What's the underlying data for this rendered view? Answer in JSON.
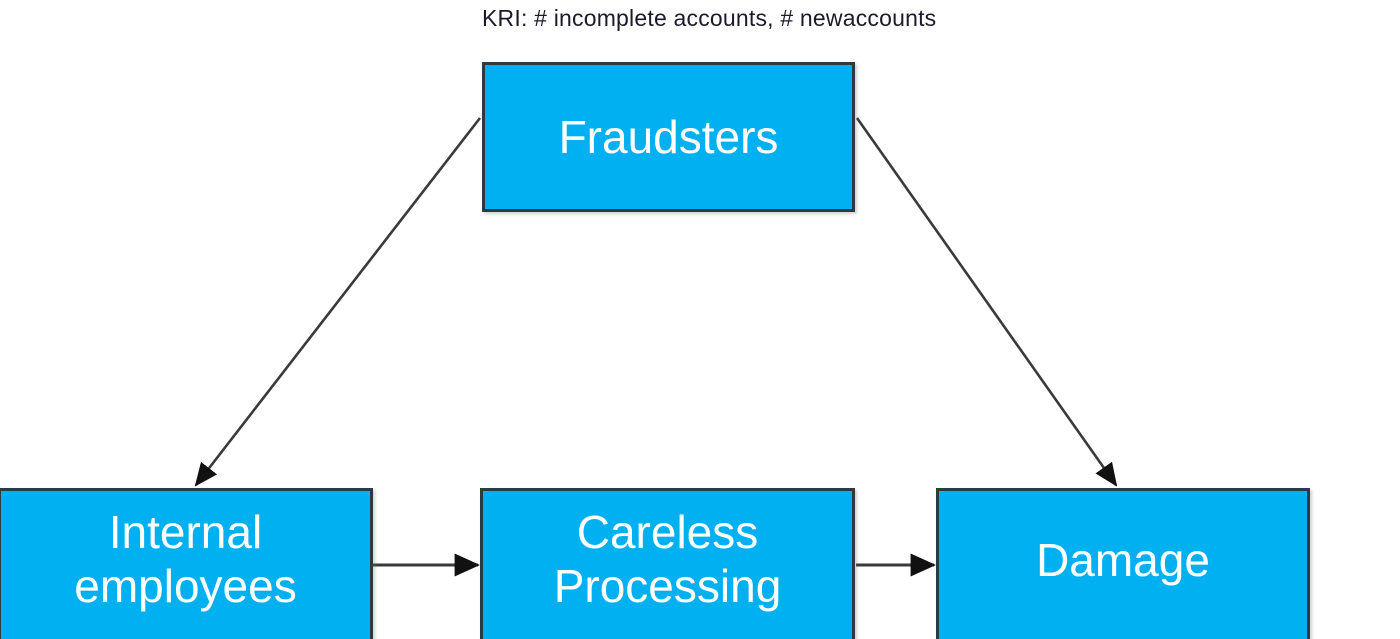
{
  "diagram": {
    "title_annotation": "KRI: # incomplete accounts, # newaccounts",
    "colors": {
      "node_fill": "#00b0f0",
      "node_border": "#2b3a45",
      "node_text": "#ffffff",
      "edge": "#3a3a3a",
      "annotation_text": "#1b1b2b",
      "background": "#ffffff"
    },
    "nodes": [
      {
        "id": "fraudsters",
        "label": "Fraudsters"
      },
      {
        "id": "internal_employees",
        "label": "Internal\nemployees"
      },
      {
        "id": "careless_processing",
        "label": "Careless\nProcessing"
      },
      {
        "id": "damage",
        "label": "Damage"
      }
    ],
    "edges": [
      {
        "id": "e1",
        "from": "fraudsters",
        "to": "internal_employees",
        "style": "solid-arrow"
      },
      {
        "id": "e2",
        "from": "fraudsters",
        "to": "damage",
        "style": "solid-arrow"
      },
      {
        "id": "e3",
        "from": "internal_employees",
        "to": "careless_processing",
        "style": "solid-arrow"
      },
      {
        "id": "e4",
        "from": "careless_processing",
        "to": "damage",
        "style": "solid-arrow"
      }
    ]
  }
}
